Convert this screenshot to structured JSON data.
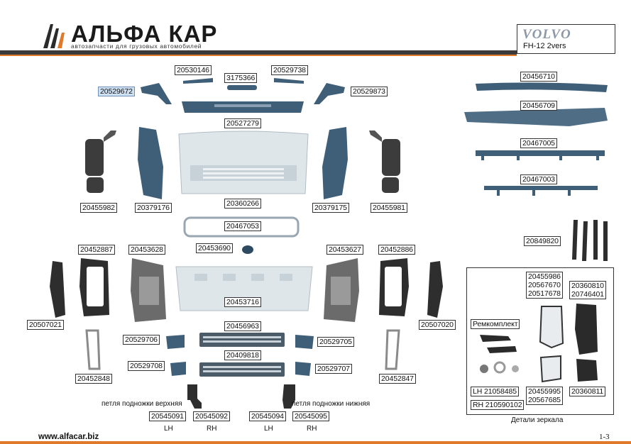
{
  "header": {
    "logo_text": "АЛЬФА КАР",
    "logo_subtitle": "автозапчасти для грузовых автомобилей",
    "brand": "VOLVO",
    "model": "FH-12 2vers"
  },
  "labels": {
    "p20530146": "20530146",
    "p3175366": "3175366",
    "p20529738": "20529738",
    "p20529672": "20529672",
    "p20529873": "20529873",
    "p20527279": "20527279",
    "p20455982": "20455982",
    "p20379176": "20379176",
    "p20360266": "20360266",
    "p20379175": "20379175",
    "p20455981": "20455981",
    "p20467053": "20467053",
    "p20452887": "20452887",
    "p20453628": "20453628",
    "p20453690": "20453690",
    "p20453627": "20453627",
    "p20452886": "20452886",
    "p20453716": "20453716",
    "p20507021": "20507021",
    "p20507020": "20507020",
    "p20456963": "20456963",
    "p20529706": "20529706",
    "p20529705": "20529705",
    "p20409818": "20409818",
    "p20529708": "20529708",
    "p20529707": "20529707",
    "p20452848": "20452848",
    "p20452847": "20452847",
    "p20545091": "20545091",
    "p20545092": "20545092",
    "p20545094": "20545094",
    "p20545095": "20545095",
    "p20456710": "20456710",
    "p20456709": "20456709",
    "p20467005": "20467005",
    "p20467003": "20467003",
    "p20849820": "20849820"
  },
  "step_text": {
    "upper": "петля подножки верхняя",
    "lower": "петля подножки нижняя",
    "lh1": "LH",
    "rh1": "RH",
    "lh2": "LH",
    "rh2": "RH"
  },
  "mirror_kit": {
    "glass_set": [
      "20455986",
      "20567670",
      "20517678"
    ],
    "cover_set": [
      "20360810",
      "20746401"
    ],
    "repair_kit": "Ремкомплект",
    "lh": "LH 21058485",
    "rh": "RH 210590102",
    "small_glass": [
      "20455995",
      "20567685"
    ],
    "small_cover": "20360811",
    "caption": "Детали зеркала"
  },
  "footer": {
    "url": "www.alfacar.biz",
    "page": "1-3"
  },
  "colors": {
    "part_blue": "#3f5f78",
    "part_light": "#dfe6ea",
    "accent_orange": "#e07a2a",
    "selected_label_bg": "#cfe0f3"
  }
}
